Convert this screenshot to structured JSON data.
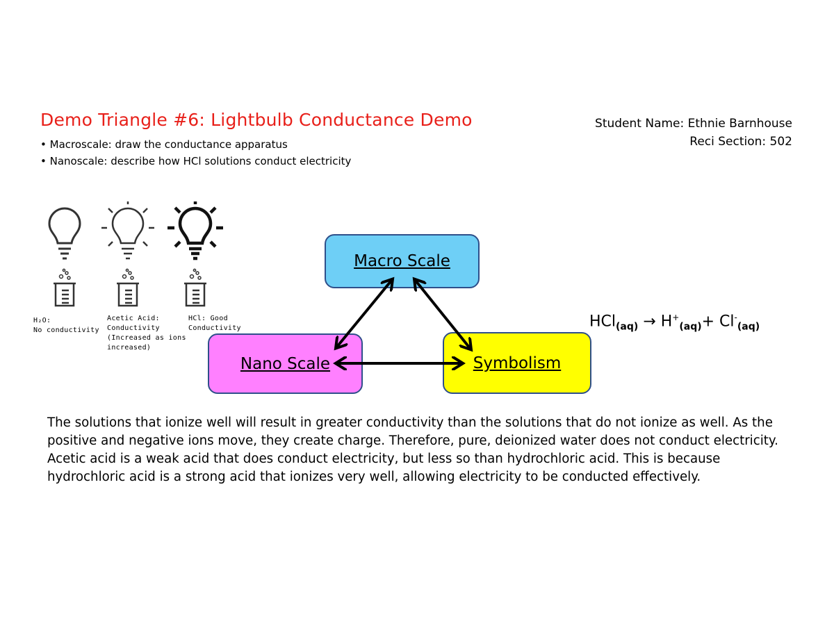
{
  "header": {
    "title": "Demo Triangle #6: Lightbulb Conductance Demo",
    "bullets": [
      "Macroscale: draw the conductance apparatus",
      "Nanoscale: describe how HCl solutions conduct electricity"
    ]
  },
  "student": {
    "name": "Student Name: Ethnie Barnhouse",
    "section": "Reci Section: 502"
  },
  "bulbs": [
    {
      "lines": [
        "H₂O:",
        "No conductivity"
      ]
    },
    {
      "lines": [
        "Acetic Acid:",
        "Conductivity",
        "(Increased as ions",
        "increased)"
      ]
    },
    {
      "lines": [
        "HCl: Good",
        "Conductivity"
      ]
    }
  ],
  "triangle": {
    "macro": {
      "label": "Macro Scale",
      "color": "#6ecff6"
    },
    "nano": {
      "label": "Nano Scale",
      "color": "#ff80ff"
    },
    "symbolism": {
      "label": "Symbolism",
      "color": "#ffff00"
    }
  },
  "equation": {
    "reactant": "HCl",
    "reactant_state": "(aq)",
    "arrow": "→",
    "product1": "H",
    "product1_charge": "+",
    "product1_state": "(aq)",
    "plus": "+",
    "product2": "Cl",
    "product2_charge": "-",
    "product2_state": "(aq)"
  },
  "paragraph": "The solutions that ionize well will result in greater conductivity than the solutions that do not ionize as well. As the positive and negative ions move, they create charge. Therefore, pure, deionized water does not conduct electricity. Acetic acid is a weak acid that does conduct electricity, but less so than hydrochloric acid. This is because hydrochloric acid is a strong acid that ionizes very well, allowing electricity to be conducted effectively."
}
